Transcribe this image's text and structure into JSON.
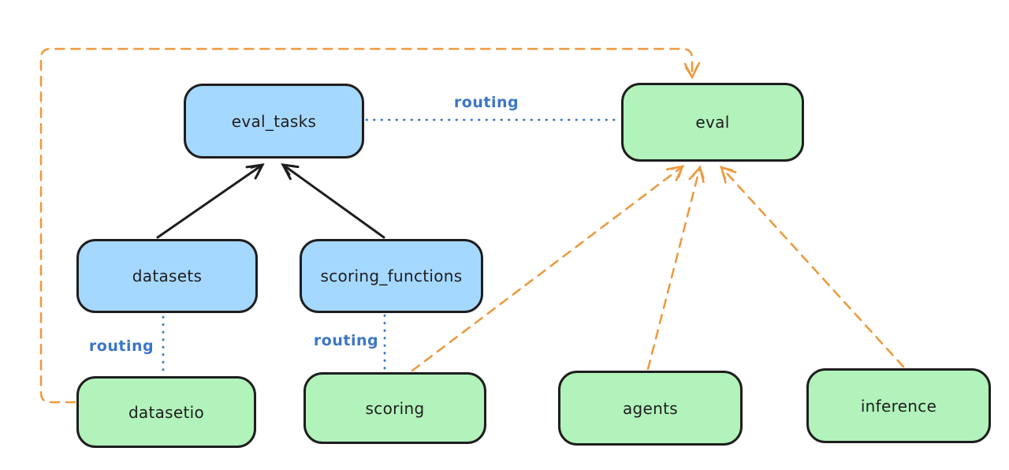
{
  "diagram": {
    "type": "flowchart",
    "colors": {
      "registry_fill_blue": "#a5d8ff",
      "provider_fill_green": "#b2f2bb",
      "node_stroke": "#1e1e1e",
      "routing_blue": "#3b76c8",
      "provider_orange": "#ec9b40",
      "solid_arrow_black": "#1e1e1e",
      "background": "#ffffff"
    },
    "nodes": [
      {
        "id": "eval_tasks",
        "label": "eval_tasks",
        "color": "blue"
      },
      {
        "id": "eval",
        "label": "eval",
        "color": "green"
      },
      {
        "id": "datasets",
        "label": "datasets",
        "color": "blue"
      },
      {
        "id": "scoring_functions",
        "label": "scoring_functions",
        "color": "blue"
      },
      {
        "id": "datasetio",
        "label": "datasetio",
        "color": "green"
      },
      {
        "id": "scoring",
        "label": "scoring",
        "color": "green"
      },
      {
        "id": "agents",
        "label": "agents",
        "color": "green"
      },
      {
        "id": "inference",
        "label": "inference",
        "color": "green"
      }
    ],
    "labels": {
      "routing_top": "routing",
      "routing_datasets": "routing",
      "routing_scoring": "routing"
    },
    "edges": [
      {
        "from": "datasets",
        "to": "eval_tasks",
        "style": "solid",
        "color": "black",
        "arrow": true
      },
      {
        "from": "scoring_functions",
        "to": "eval_tasks",
        "style": "solid",
        "color": "black",
        "arrow": true
      },
      {
        "from": "eval_tasks",
        "to": "eval",
        "style": "dotted",
        "color": "blue",
        "arrow": false,
        "label": "routing"
      },
      {
        "from": "datasets",
        "to": "datasetio",
        "style": "dotted",
        "color": "blue",
        "arrow": false,
        "label": "routing"
      },
      {
        "from": "scoring_functions",
        "to": "scoring",
        "style": "dotted",
        "color": "blue",
        "arrow": false,
        "label": "routing"
      },
      {
        "from": "datasetio",
        "to": "eval",
        "style": "dashed",
        "color": "orange",
        "arrow": true
      },
      {
        "from": "scoring",
        "to": "eval",
        "style": "dashed",
        "color": "orange",
        "arrow": true
      },
      {
        "from": "agents",
        "to": "eval",
        "style": "dashed",
        "color": "orange",
        "arrow": true
      },
      {
        "from": "inference",
        "to": "eval",
        "style": "dashed",
        "color": "orange",
        "arrow": true
      }
    ]
  }
}
